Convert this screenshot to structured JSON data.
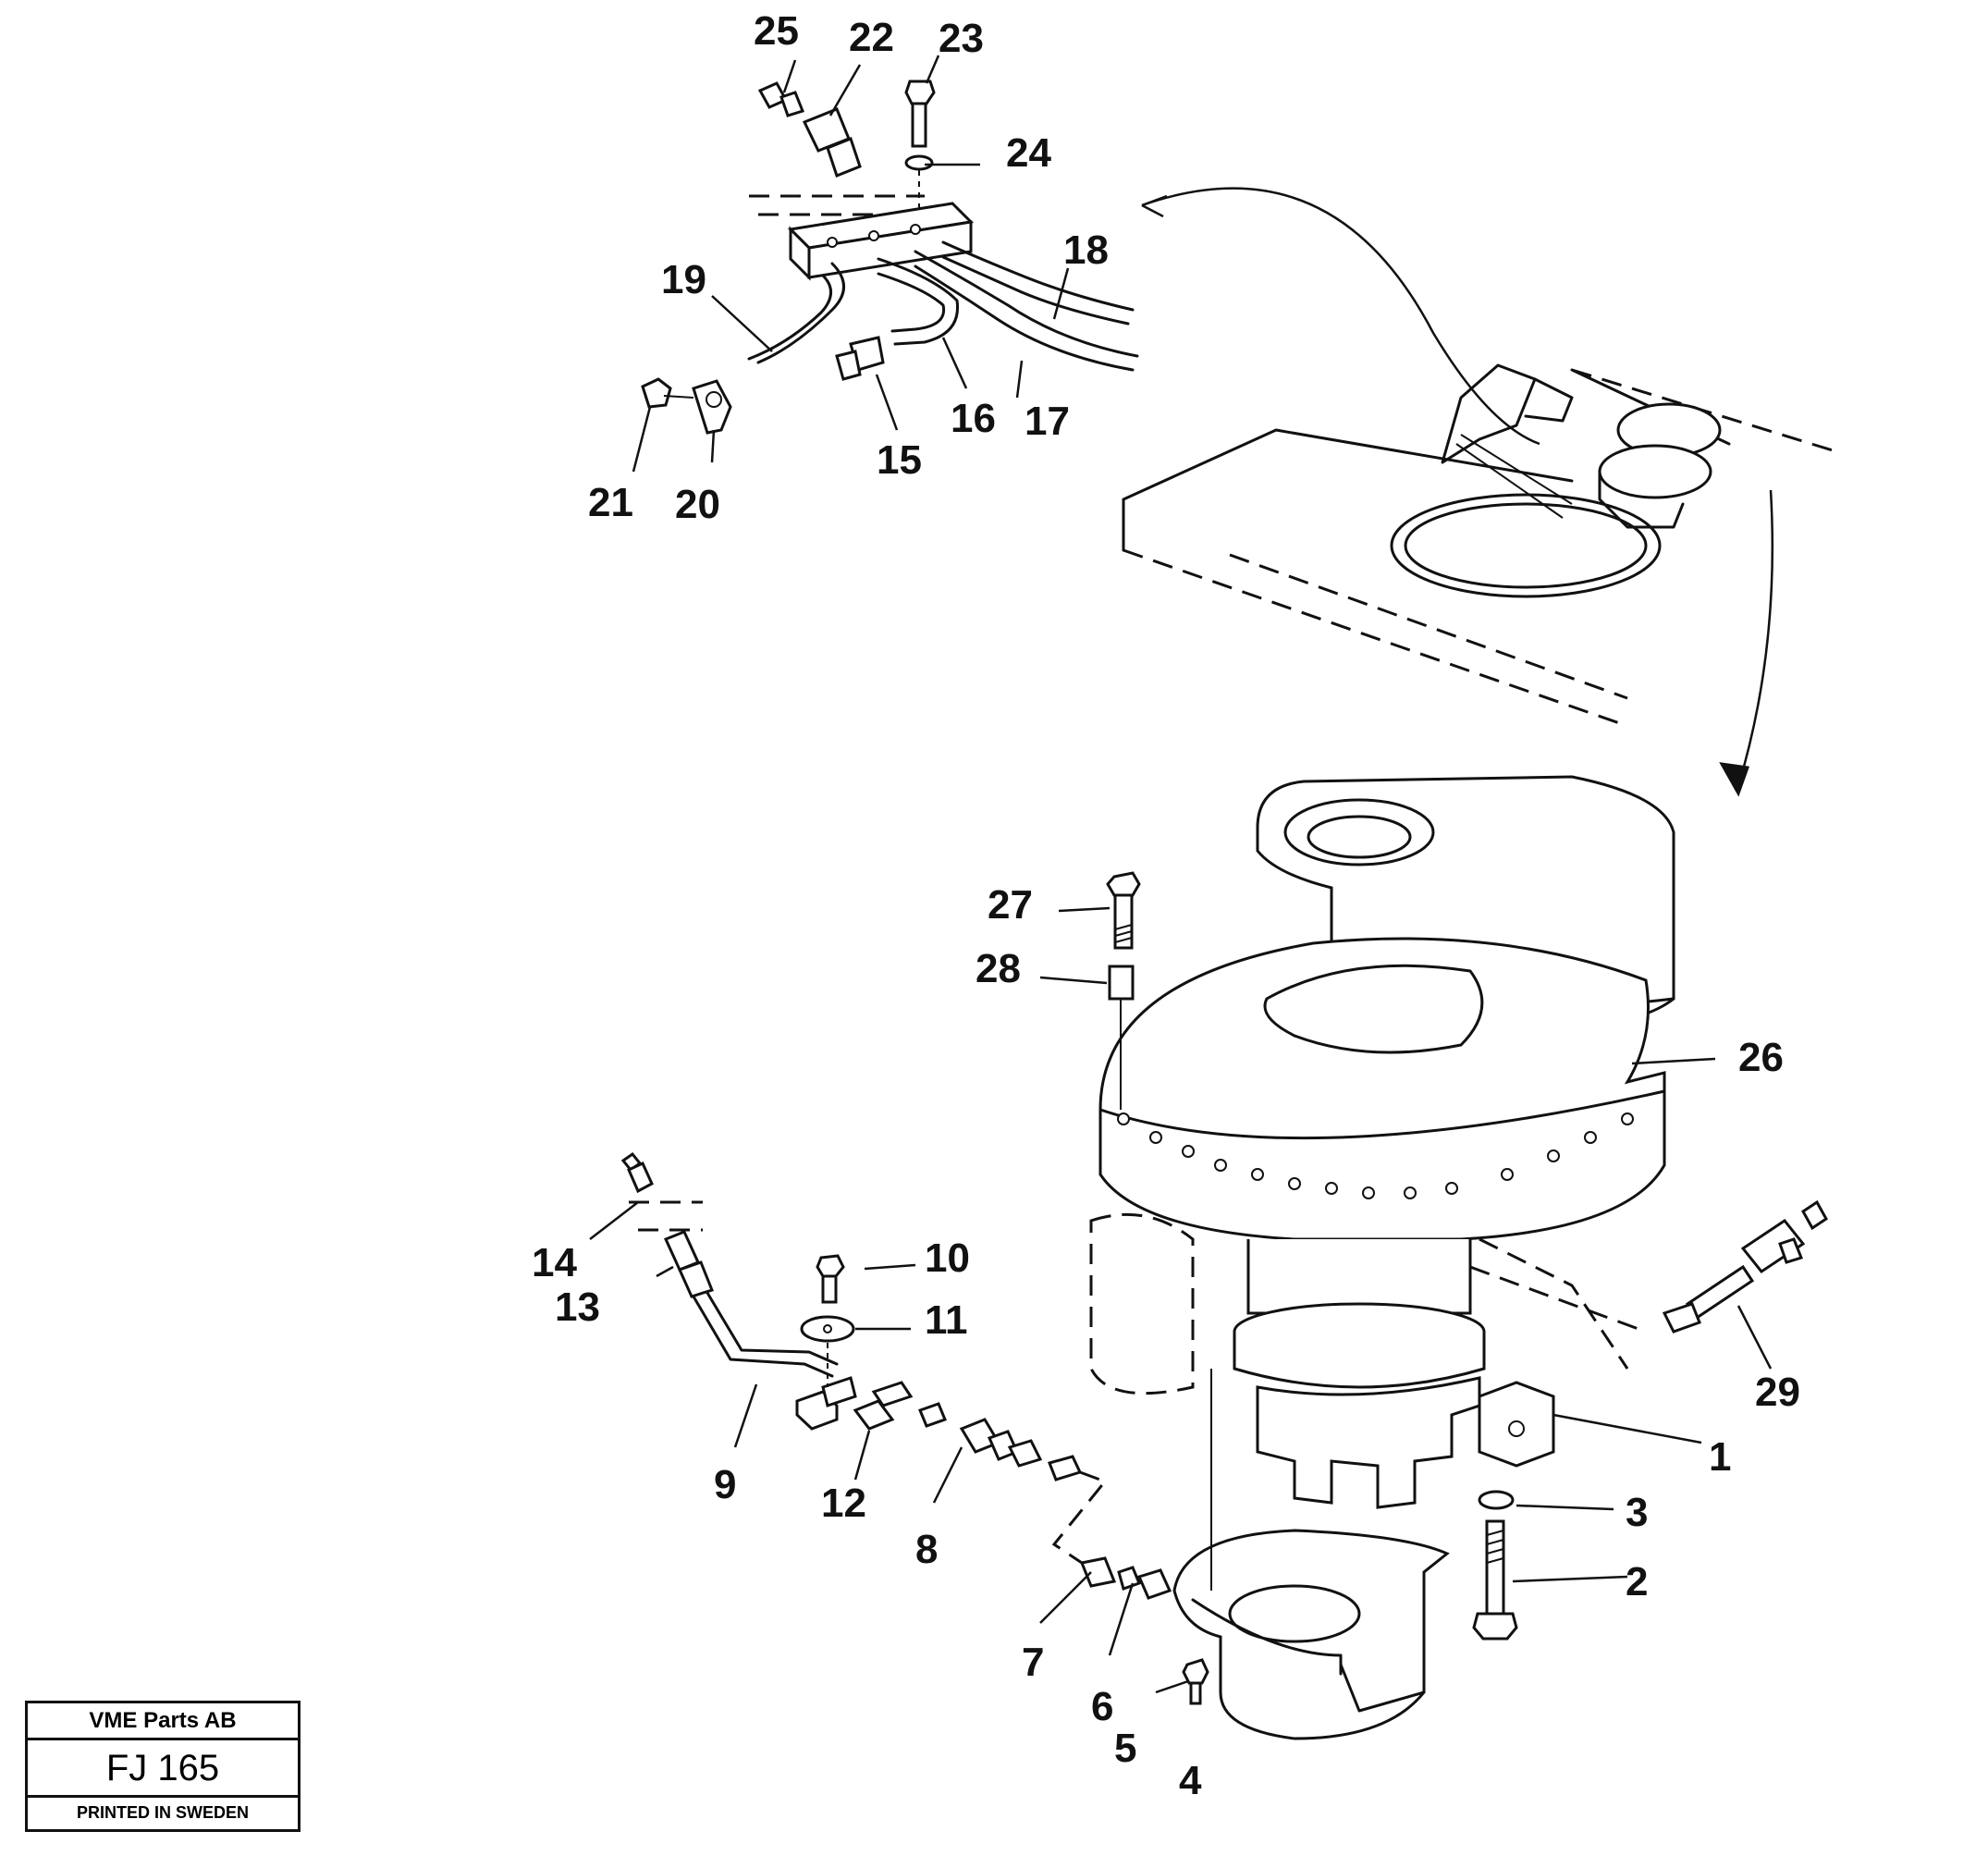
{
  "callouts": [
    {
      "id": "c1",
      "label": "1"
    },
    {
      "id": "c2",
      "label": "2"
    },
    {
      "id": "c3",
      "label": "3"
    },
    {
      "id": "c4",
      "label": "4"
    },
    {
      "id": "c5",
      "label": "5"
    },
    {
      "id": "c6",
      "label": "6"
    },
    {
      "id": "c7",
      "label": "7"
    },
    {
      "id": "c8",
      "label": "8"
    },
    {
      "id": "c9",
      "label": "9"
    },
    {
      "id": "c10",
      "label": "10"
    },
    {
      "id": "c11",
      "label": "11"
    },
    {
      "id": "c12",
      "label": "12"
    },
    {
      "id": "c13",
      "label": "13"
    },
    {
      "id": "c14",
      "label": "14"
    },
    {
      "id": "c15",
      "label": "15"
    },
    {
      "id": "c16",
      "label": "16"
    },
    {
      "id": "c17",
      "label": "17"
    },
    {
      "id": "c18",
      "label": "18"
    },
    {
      "id": "c19",
      "label": "19"
    },
    {
      "id": "c20",
      "label": "20"
    },
    {
      "id": "c21",
      "label": "21"
    },
    {
      "id": "c22",
      "label": "22"
    },
    {
      "id": "c23",
      "label": "23"
    },
    {
      "id": "c24",
      "label": "24"
    },
    {
      "id": "c25",
      "label": "25"
    },
    {
      "id": "c26",
      "label": "26"
    },
    {
      "id": "c27",
      "label": "27"
    },
    {
      "id": "c28",
      "label": "28"
    },
    {
      "id": "c29",
      "label": "29"
    }
  ],
  "title_block": {
    "company": "VME Parts AB",
    "drawing_code": "FJ 165",
    "printed": "PRINTED IN SWEDEN"
  }
}
